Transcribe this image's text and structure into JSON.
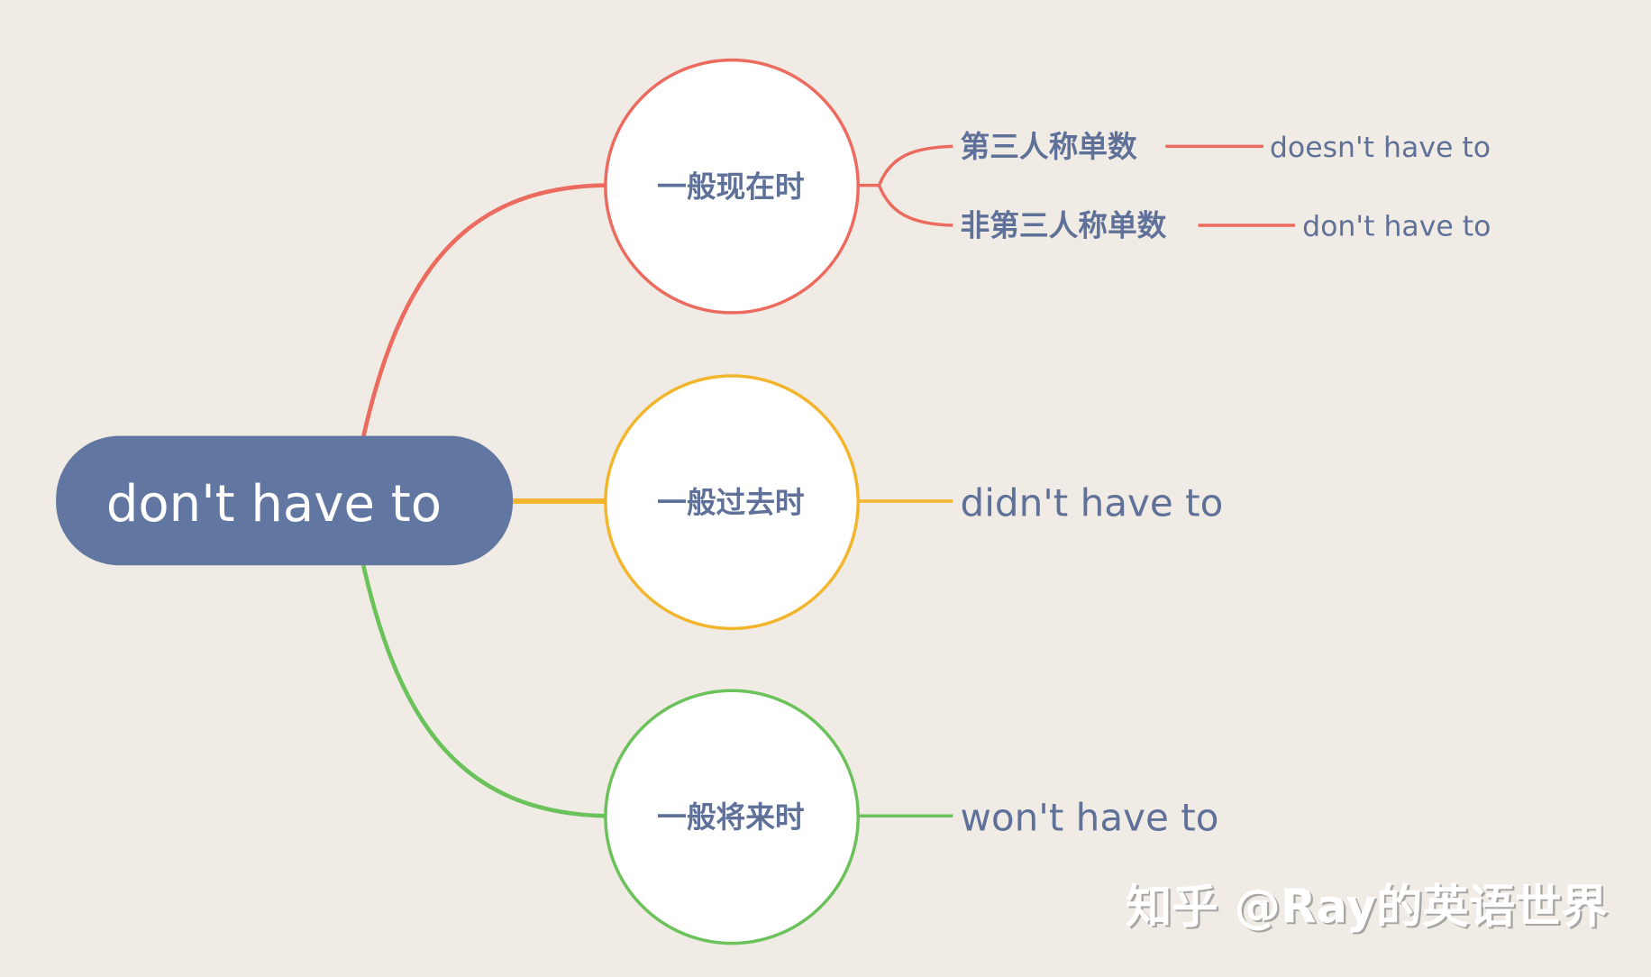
{
  "mindmap": {
    "root": {
      "label": "don't have to",
      "color": "#6176a0"
    },
    "branches": [
      {
        "label": "一般现在时",
        "color": "#ec6b5f",
        "children": [
          {
            "label": "第三人称单数",
            "result": "doesn't have to"
          },
          {
            "label": "非第三人称单数",
            "result": "don't have to"
          }
        ]
      },
      {
        "label": "一般过去时",
        "color": "#f2b52c",
        "result": "didn't have to"
      },
      {
        "label": "一般将来时",
        "color": "#6cc25a",
        "result": "won't have to"
      }
    ]
  },
  "watermark": "知乎 @Ray的英语世界",
  "colors": {
    "background": "#f0ebe5",
    "text": "#5f7198"
  }
}
